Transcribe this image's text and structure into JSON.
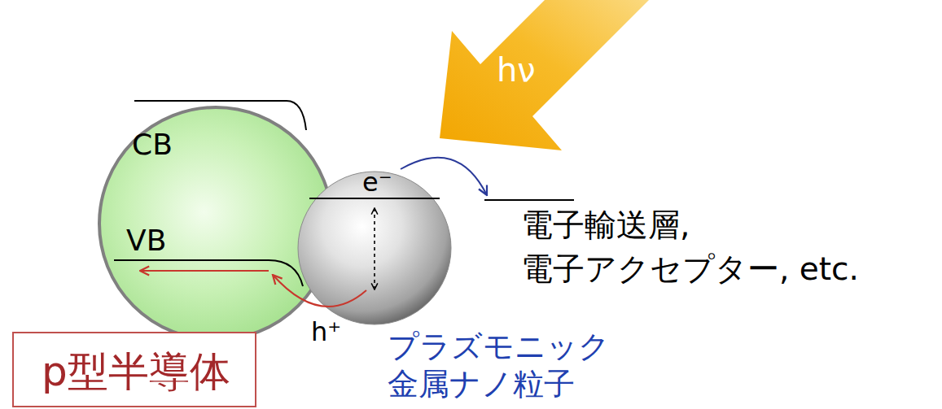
{
  "diagram": {
    "nodes": [
      {
        "text": [
          "CB",
          "VB"
        ]
      },
      {
        "text": [
          "e⁻"
        ]
      },
      {
        "text": [
          "hν"
        ]
      },
      {
        "text": [
          "p型半導体"
        ]
      }
    ],
    "labels": [
      "電子輸送層, 電子アクセプター, etc.",
      "h⁺",
      "プラズモニック 金属ナノ粒子"
    ]
  }
}
